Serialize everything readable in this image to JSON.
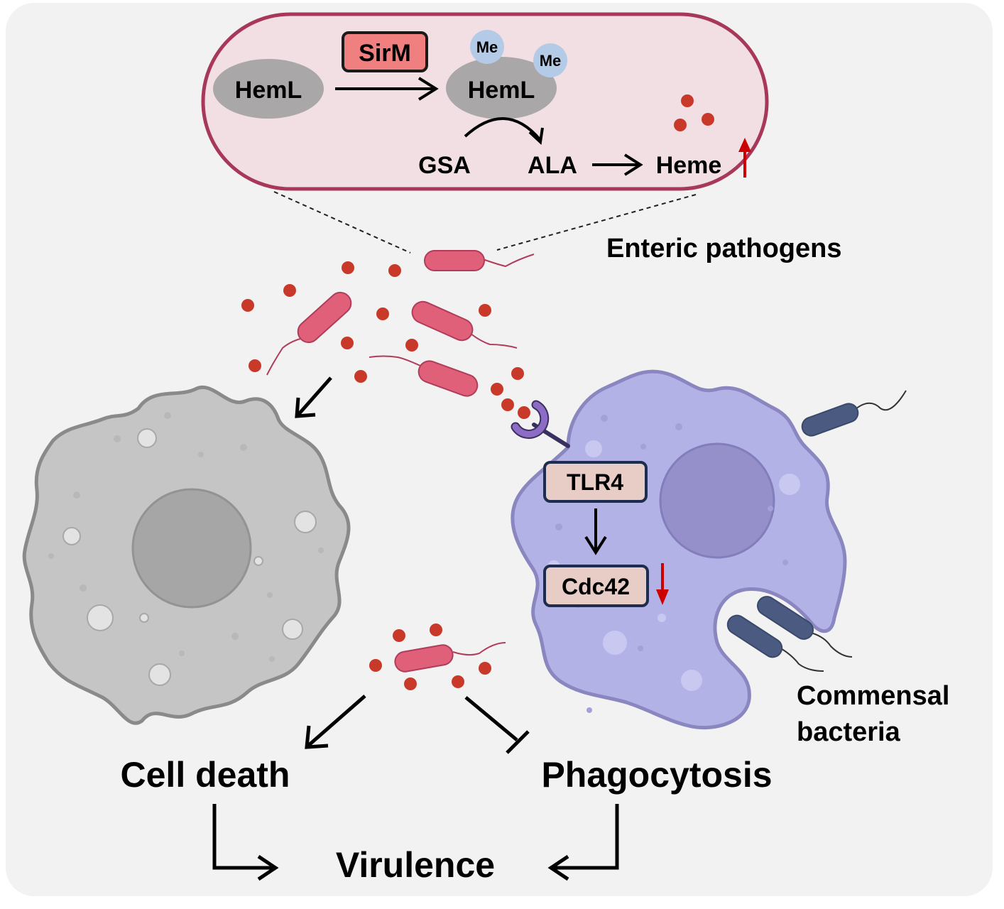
{
  "colors": {
    "background": "#f2f2f2",
    "inset_fill": "#f2dfe3",
    "inset_border": "#a8385a",
    "sirm_fill": "#f08080",
    "heml_fill": "#a9a7a8",
    "methyl_fill": "#b4cbe8",
    "heme_dot": "#c8392a",
    "pathogen_fill": "#e0607a",
    "pathogen_stroke": "#b03c5a",
    "commensal_fill": "#4a5a80",
    "dead_cell_fill": "#c5c5c5",
    "dead_cell_stroke": "#8a8a8a",
    "dead_nucleus": "#a6a6a6",
    "macrophage_fill": "#b3b2e6",
    "macrophage_stroke": "#8a86c0",
    "macrophage_nucleus": "#9590ca",
    "receptor": "#8c6cc4",
    "receptor_stem": "#3a3060",
    "node_fill": "#e8ccc6",
    "node_stroke": "#1d2d4d",
    "up_arrow": "#cc0000",
    "down_arrow": "#cc0000",
    "text": "#000000"
  },
  "inset": {
    "heml_before": "HemL",
    "enzyme": "SirM",
    "heml_after": "HemL",
    "methyl_labels": [
      "Me",
      "Me"
    ],
    "substrate": "GSA",
    "intermediate": "ALA",
    "product": "Heme",
    "product_change": "up"
  },
  "labels": {
    "enteric_pathogens": "Enteric pathogens",
    "commensal_line1": "Commensal",
    "commensal_line2": "bacteria",
    "cell_death": "Cell death",
    "phagocytosis": "Phagocytosis",
    "virulence": "Virulence"
  },
  "macrophage_pathway": {
    "receptor": "TLR4",
    "effector": "Cdc42",
    "effector_change": "down"
  },
  "relations": [
    {
      "from": "SirM",
      "to": "HemL",
      "type": "methylation"
    },
    {
      "from": "GSA",
      "to": "ALA",
      "type": "conversion",
      "catalyst": "HemL"
    },
    {
      "from": "ALA",
      "to": "Heme",
      "type": "conversion"
    },
    {
      "from": "TLR4",
      "to": "Cdc42",
      "type": "activates"
    },
    {
      "from": "Enteric pathogens",
      "to": "Cell death",
      "type": "promotes"
    },
    {
      "from": "Enteric pathogens",
      "to": "Phagocytosis",
      "type": "inhibits"
    },
    {
      "from": "Cell death",
      "to": "Virulence",
      "type": "promotes"
    },
    {
      "from": "Phagocytosis",
      "to": "Virulence",
      "type": "promotes"
    }
  ]
}
